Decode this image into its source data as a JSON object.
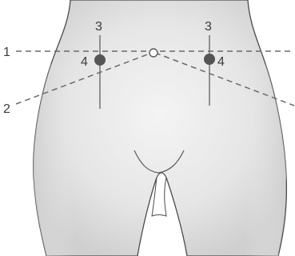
{
  "labels": {
    "line_1": "1",
    "line_2": "2",
    "line_3_left": "3",
    "line_3_right": "3",
    "point_4_left": "4",
    "point_4_right": "4"
  }
}
